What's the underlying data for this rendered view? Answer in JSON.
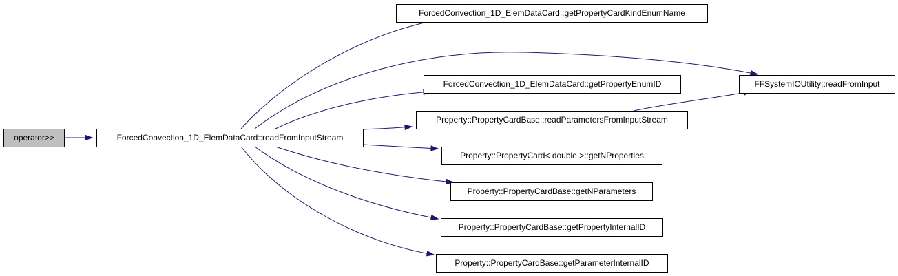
{
  "colors": {
    "edge": "#191970",
    "node_border": "#000000",
    "node_fill": "#ffffff",
    "current_node_fill": "#bfbfbf"
  },
  "nodes": [
    {
      "id": "op",
      "label": "operator>>",
      "current": true
    },
    {
      "id": "read",
      "label": "ForcedConvection_1D_ElemDataCard::readFromInputStream"
    },
    {
      "id": "kindenum",
      "label": "ForcedConvection_1D_ElemDataCard::getPropertyCardKindEnumName"
    },
    {
      "id": "enumid",
      "label": "ForcedConvection_1D_ElemDataCard::getPropertyEnumID"
    },
    {
      "id": "readparams",
      "label": "Property::PropertyCardBase::readParametersFromInputStream"
    },
    {
      "id": "nprops",
      "label": "Property::PropertyCard< double >::getNProperties"
    },
    {
      "id": "nparams",
      "label": "Property::PropertyCardBase::getNParameters"
    },
    {
      "id": "propint",
      "label": "Property::PropertyCardBase::getPropertyInternalID"
    },
    {
      "id": "paramint",
      "label": "Property::PropertyCardBase::getParameterInternalID"
    },
    {
      "id": "ffs",
      "label": "FFSystemIOUtility::readFromInput"
    }
  ],
  "edges": [
    {
      "from": "op",
      "to": "read"
    },
    {
      "from": "read",
      "to": "kindenum"
    },
    {
      "from": "read",
      "to": "ffs"
    },
    {
      "from": "read",
      "to": "enumid"
    },
    {
      "from": "read",
      "to": "readparams"
    },
    {
      "from": "read",
      "to": "nprops"
    },
    {
      "from": "read",
      "to": "nparams"
    },
    {
      "from": "read",
      "to": "propint"
    },
    {
      "from": "read",
      "to": "paramint"
    },
    {
      "from": "readparams",
      "to": "ffs"
    }
  ]
}
